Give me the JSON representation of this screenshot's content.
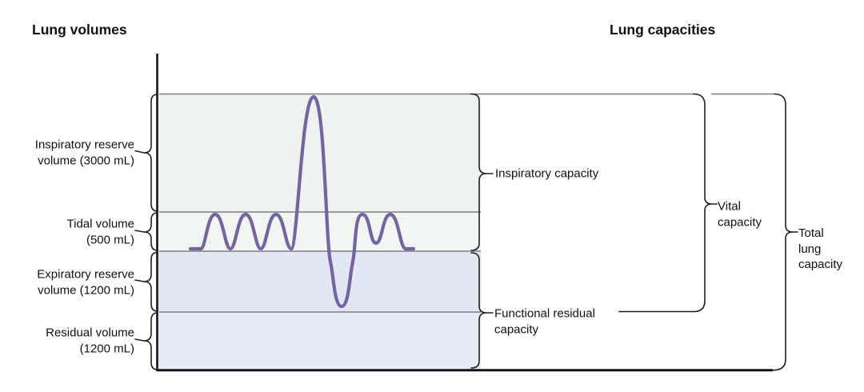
{
  "titles": {
    "left": "Lung volumes",
    "right": "Lung capacities"
  },
  "volumes": [
    {
      "name": "Inspiratory reserve volume",
      "value_ml": 3000,
      "label": "Inspiratory reserve\nvolume (3000 mL)"
    },
    {
      "name": "Tidal volume",
      "value_ml": 500,
      "label": "Tidal volume\n(500 mL)"
    },
    {
      "name": "Expiratory reserve volume",
      "value_ml": 1200,
      "label": "Expiratory reserve\nvolume (1200 mL)"
    },
    {
      "name": "Residual volume",
      "value_ml": 1200,
      "label": "Residual volume\n(1200 mL)"
    }
  ],
  "capacities": [
    {
      "name": "Inspiratory capacity",
      "label": "Inspiratory capacity"
    },
    {
      "name": "Functional residual capacity",
      "label": "Functional residual\ncapacity"
    },
    {
      "name": "Vital capacity",
      "label": "Vital\ncapacity"
    },
    {
      "name": "Total lung capacity",
      "label": "Total\nlung\ncapacity"
    }
  ],
  "colors": {
    "trace": "#7564a4",
    "region_inspiratory_reserve": "#eef3f1",
    "region_tidal": "#f2f6f3",
    "region_expiratory_reserve": "#e2e8f3",
    "region_residual": "#e5ecf7",
    "separator_gray": "#7d7d7d",
    "axis_black": "#141414",
    "brace_black": "#1f1f1f"
  }
}
